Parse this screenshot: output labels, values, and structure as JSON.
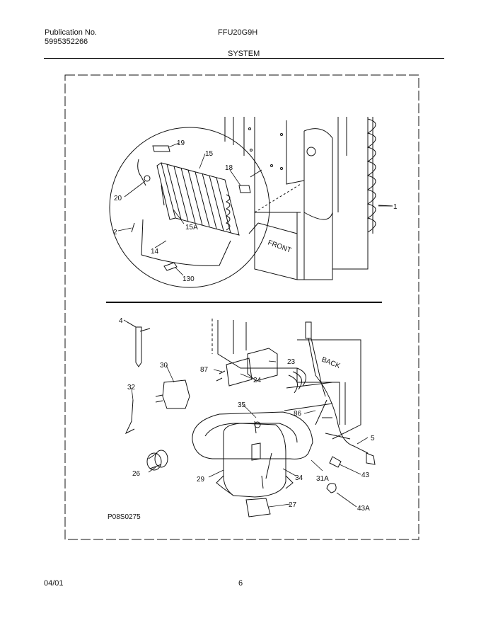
{
  "header": {
    "publication_label": "Publication No.",
    "publication_number": "5995352266",
    "model": "FFU20G9H",
    "section": "SYSTEM"
  },
  "footer": {
    "date": "04/01",
    "page": "6"
  },
  "diagram": {
    "figure_code": "P08S0275",
    "cabinet_labels": {
      "front": "FRONT",
      "back": "BACK"
    },
    "callouts": {
      "c1": "1",
      "c2": "2",
      "c4": "4",
      "c5": "5",
      "c14": "14",
      "c15": "15",
      "c15a": "15A",
      "c18": "18",
      "c19": "19",
      "c20": "20",
      "c23": "23",
      "c24": "24",
      "c26": "26",
      "c27": "27",
      "c29": "29",
      "c30": "30",
      "c31a": "31A",
      "c32": "32",
      "c34": "34",
      "c35": "35",
      "c43": "43",
      "c43a": "43A",
      "c86": "86",
      "c87": "87",
      "c130": "130"
    }
  }
}
